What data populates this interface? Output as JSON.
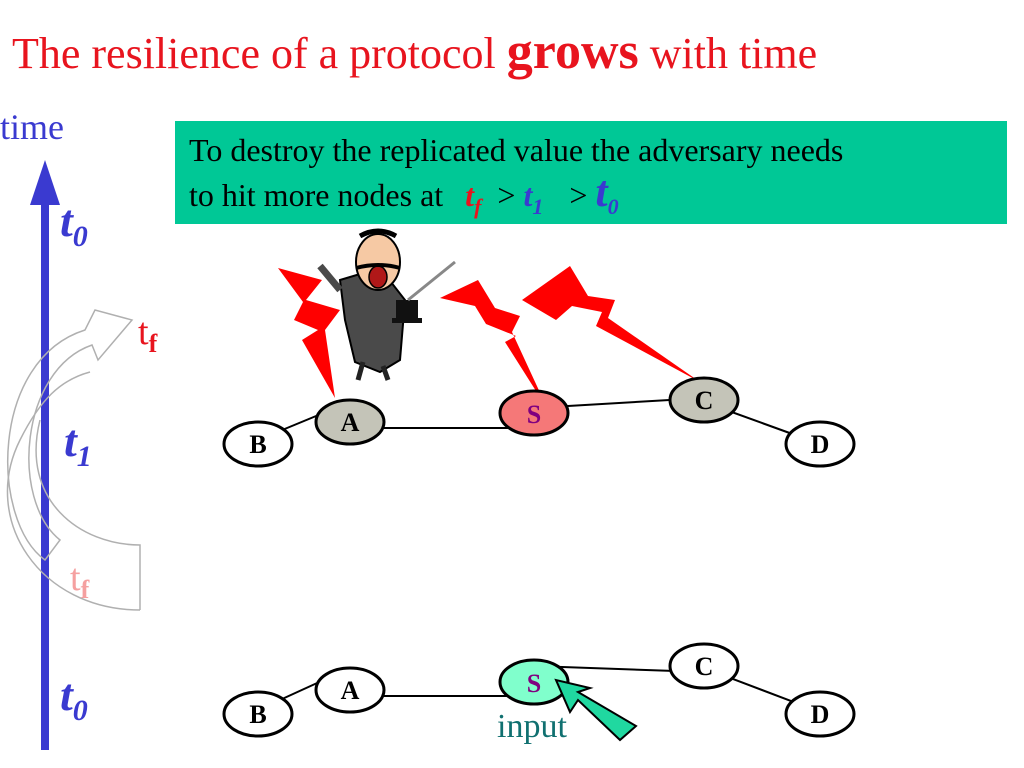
{
  "title": {
    "prefix": "The  resilience of a protocol ",
    "emph": "grows",
    "suffix": " with time"
  },
  "axis": {
    "label": "time",
    "t0_top": "t",
    "t0_top_sub": "0",
    "t1": "t",
    "t1_sub": "1",
    "t0_bottom": "t",
    "t0_bottom_sub": "0"
  },
  "tf_upper": {
    "base": "t",
    "sub": "f"
  },
  "tf_lower": {
    "base": "t",
    "sub": "f"
  },
  "info": {
    "line1": "To destroy the replicated value the adversary needs",
    "line2": "to hit more nodes at",
    "tf": "t",
    "tf_sub": "f",
    "gt1": ">",
    "t1": "t",
    "t1_sub": "1",
    "gt2": ">",
    "t0": "t",
    "t0_sub": "0"
  },
  "top_graph": {
    "nodes": {
      "B": "B",
      "A": "A",
      "S": "S",
      "C": "C",
      "D": "D"
    }
  },
  "bottom_graph": {
    "nodes": {
      "B": "B",
      "A": "A",
      "S": "S",
      "C": "C",
      "D": "D"
    },
    "input_label": "input"
  },
  "colors": {
    "title": "#e8141e",
    "axis": "#3a3ad0",
    "info_bg": "#00c896",
    "node_grey": "#c4c4b8",
    "node_s_top": "#f57878",
    "node_s_bottom": "#80ffcc",
    "bolt": "#ff0000",
    "input_arrow": "#20d8a0"
  }
}
